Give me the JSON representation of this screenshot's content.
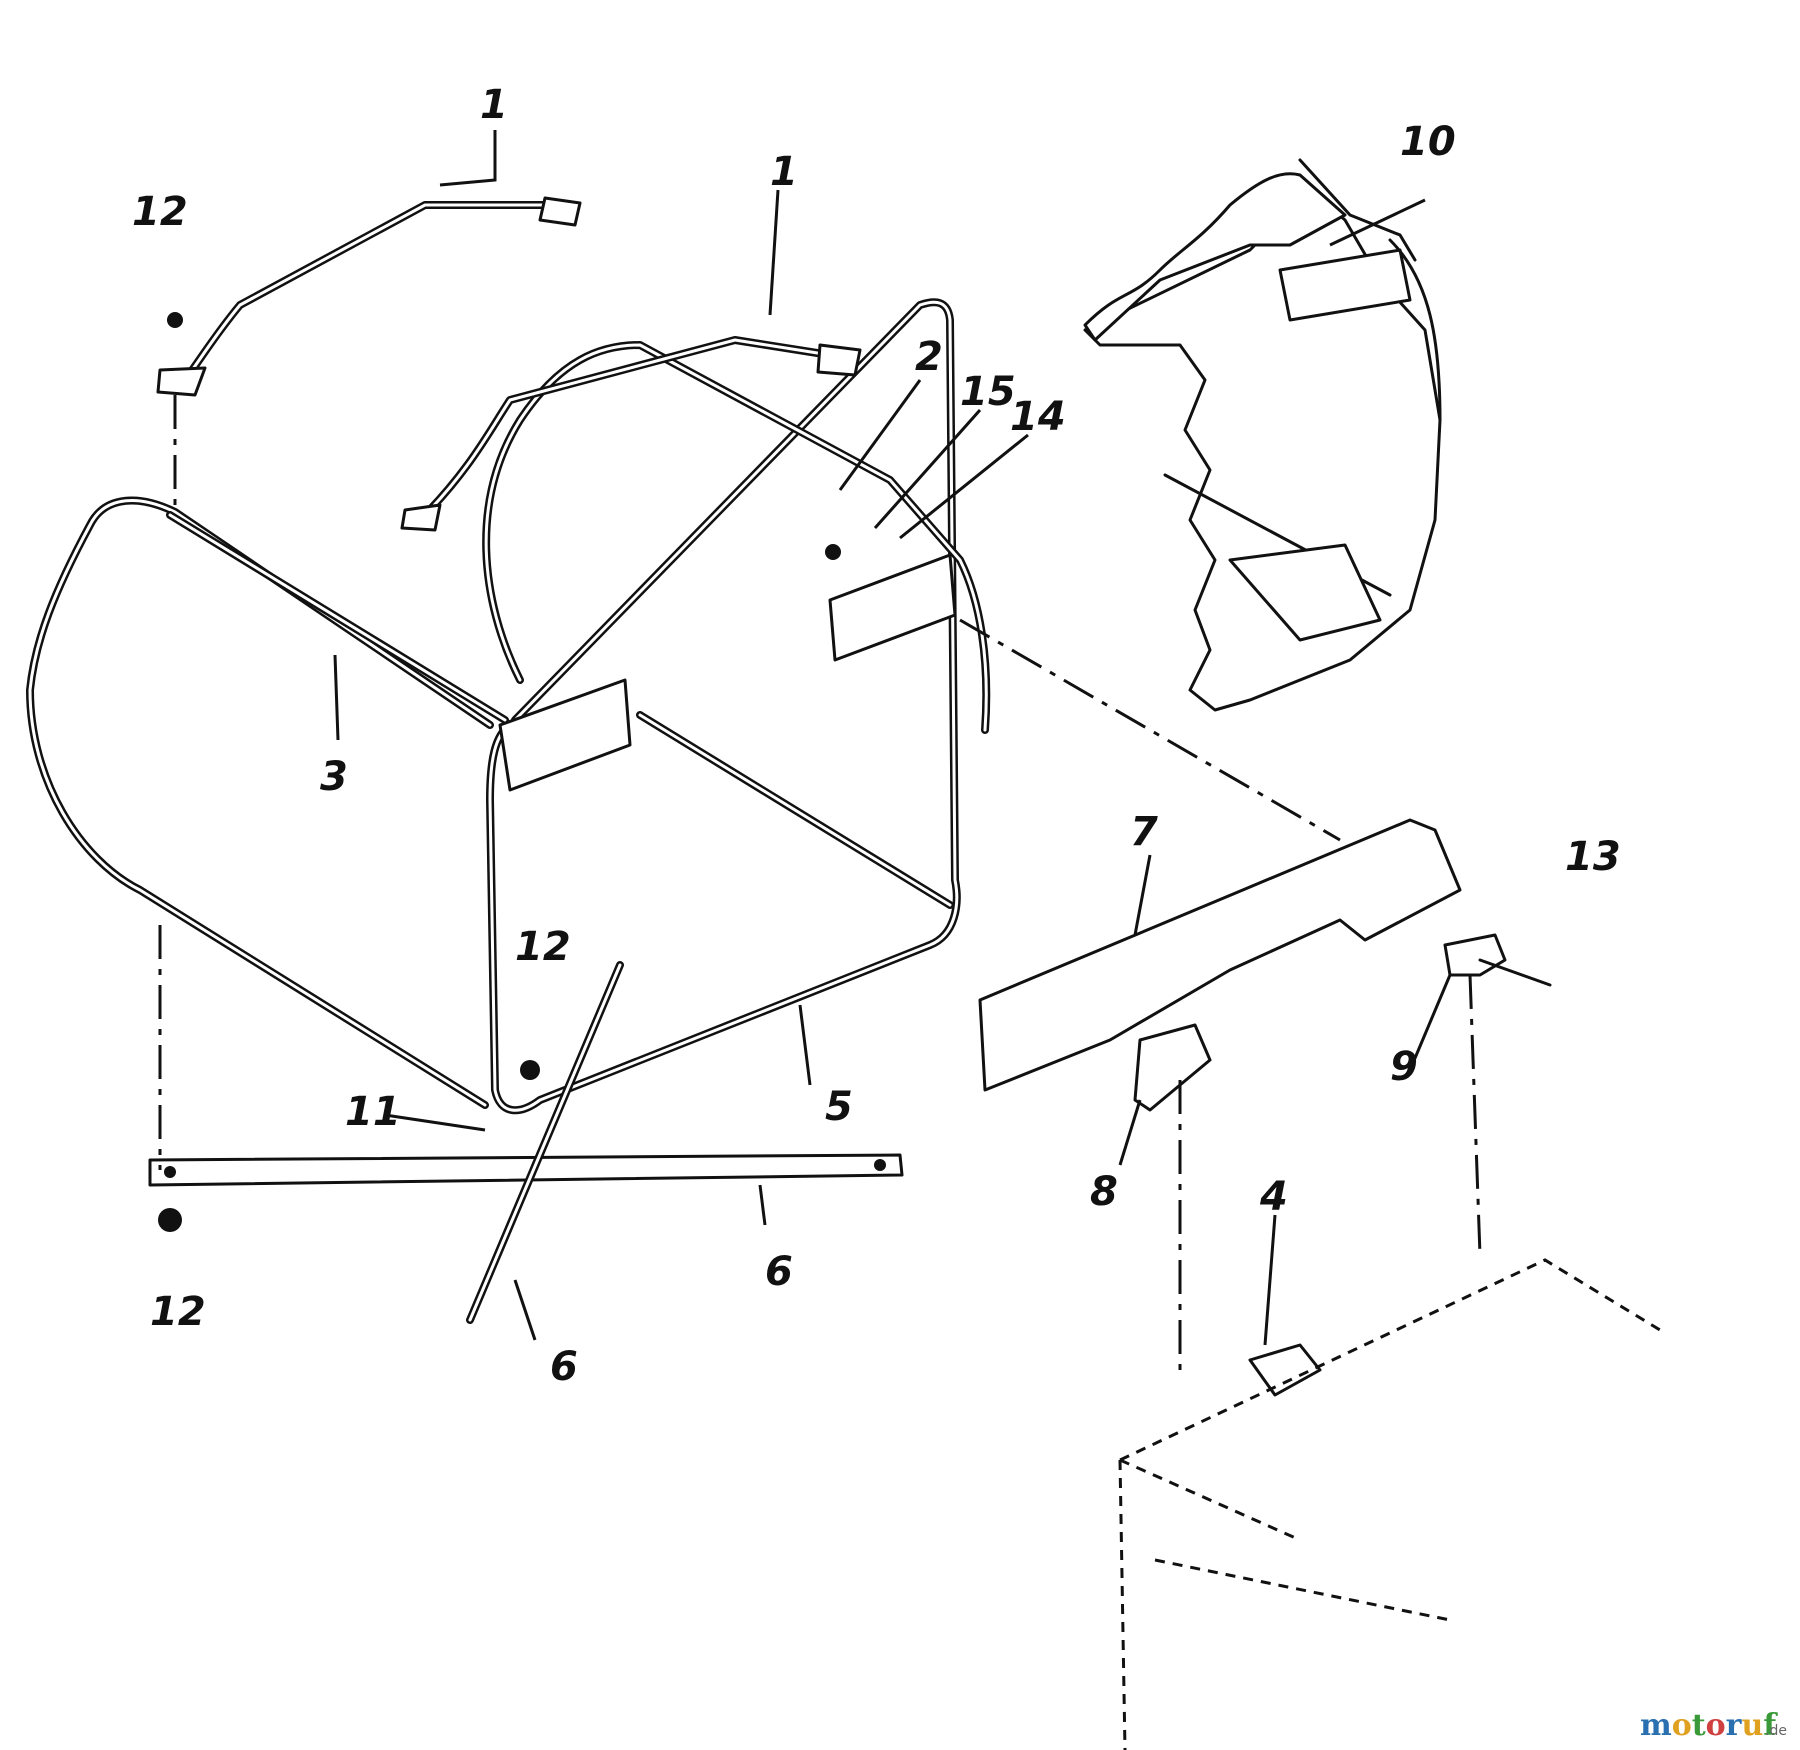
{
  "callouts": {
    "c1a": "1",
    "c1b": "1",
    "c2": "2",
    "c3": "3",
    "c4": "4",
    "c5": "5",
    "c6a": "6",
    "c6b": "6",
    "c7": "7",
    "c8": "8",
    "c9": "9",
    "c10": "10",
    "c11": "11",
    "c12a": "12",
    "c12b": "12",
    "c12c": "12",
    "c13": "13",
    "c14": "14",
    "c15": "15"
  },
  "watermark": {
    "text": "motoruf",
    "suffix": ".de",
    "colors": [
      "#2a6fb0",
      "#e0a020",
      "#3a9a3a",
      "#d04040"
    ]
  }
}
